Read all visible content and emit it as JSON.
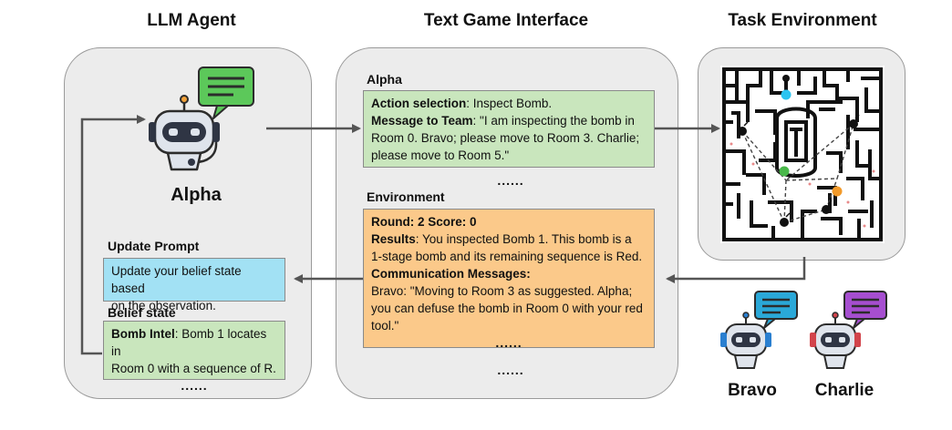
{
  "headings": {
    "llm_agent": "LLM Agent",
    "text_game_interface": "Text Game Interface",
    "task_environment": "Task Environment"
  },
  "agent": {
    "name": "Alpha",
    "update_prompt_label": "Update Prompt",
    "update_prompt_lines": [
      "Update your belief state based",
      "on the observation."
    ],
    "belief_state_label": "Belief state",
    "belief_key": "Bomb Intel",
    "belief_rest_line1": ": Bomb 1 locates in",
    "belief_line2": "Room 0 with a sequence of R.",
    "belief_ellipsis": "......"
  },
  "interface": {
    "alpha_label": "Alpha",
    "action_key": "Action selection",
    "action_value": ": Inspect Bomb.",
    "message_key": "Message to Team",
    "message_rest_line1": ": \"I am inspecting the bomb in",
    "message_line2": "Room 0. Bravo; please move to Room 3. Charlie;",
    "message_line3": "please move to Room 5.\"",
    "ellipsis_1": "......",
    "environment_label": "Environment",
    "round_score": "Round: 2  Score: 0",
    "results_key": "Results",
    "results_rest_line1": ": You inspected Bomb 1. This bomb is a",
    "results_line2": "1-stage bomb and its remaining sequence is Red.",
    "comm_key": "Communication Messages:",
    "comm_line1": "Bravo: \"Moving to Room 3 as suggested. Alpha;",
    "comm_line2": "you can defuse the bomb in Room 0 with your red",
    "comm_line3": "tool.\"",
    "ellipsis_2": "......",
    "ellipsis_3": "......"
  },
  "teammates": {
    "bravo": "Bravo",
    "charlie": "Charlie"
  },
  "colors": {
    "panel_bg": "#ececec",
    "green_box": "#c9e6bd",
    "orange_box": "#fbc98a",
    "cyan_box": "#a2e1f4",
    "alpha_bubble": "#5cc85a",
    "bravo_bubble": "#2aa8d8",
    "charlie_bubble": "#a64ed0",
    "robot_body": "#dfe4ec",
    "robot_visor": "#2f3544",
    "bravo_headset": "#2a7fd0",
    "charlie_headset": "#d2444b",
    "agent_marker_cyan": "#2bc4f0",
    "agent_marker_green": "#49b84a",
    "agent_marker_orange": "#f29a2a"
  },
  "icons": [
    "robot-icon",
    "chat-bubble-icon",
    "bomb-icon",
    "maze-map"
  ]
}
